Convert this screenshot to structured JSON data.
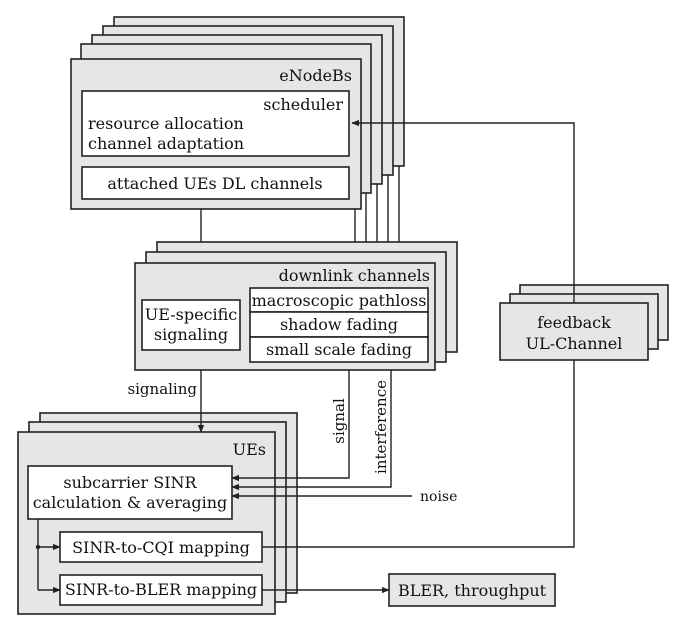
{
  "enodebs": {
    "title": "eNodeBs",
    "scheduler": "scheduler",
    "resource_allocation": "resource allocation",
    "channel_adaptation": "channel adaptation",
    "attached_ues": "attached UEs DL channels"
  },
  "downlink": {
    "title": "downlink channels",
    "ue_specific_line1": "UE-specific",
    "ue_specific_line2": "signaling",
    "macroscopic": "macroscopic pathloss",
    "shadow": "shadow fading",
    "small_scale": "small scale fading"
  },
  "feedback": {
    "line1": "feedback",
    "line2": "UL-Channel"
  },
  "ues": {
    "title": "UEs",
    "sinr_line1": "subcarrier SINR",
    "sinr_line2": "calculation & averaging",
    "cqi": "SINR-to-CQI mapping",
    "bler": "SINR-to-BLER mapping"
  },
  "labels": {
    "signaling": "signaling",
    "signal": "signal",
    "interference": "interference",
    "noise": "noise"
  },
  "output": {
    "bler_throughput": "BLER, throughput"
  },
  "colors": {
    "stack_fill": "#e6e6e6",
    "stroke": "#222222"
  }
}
